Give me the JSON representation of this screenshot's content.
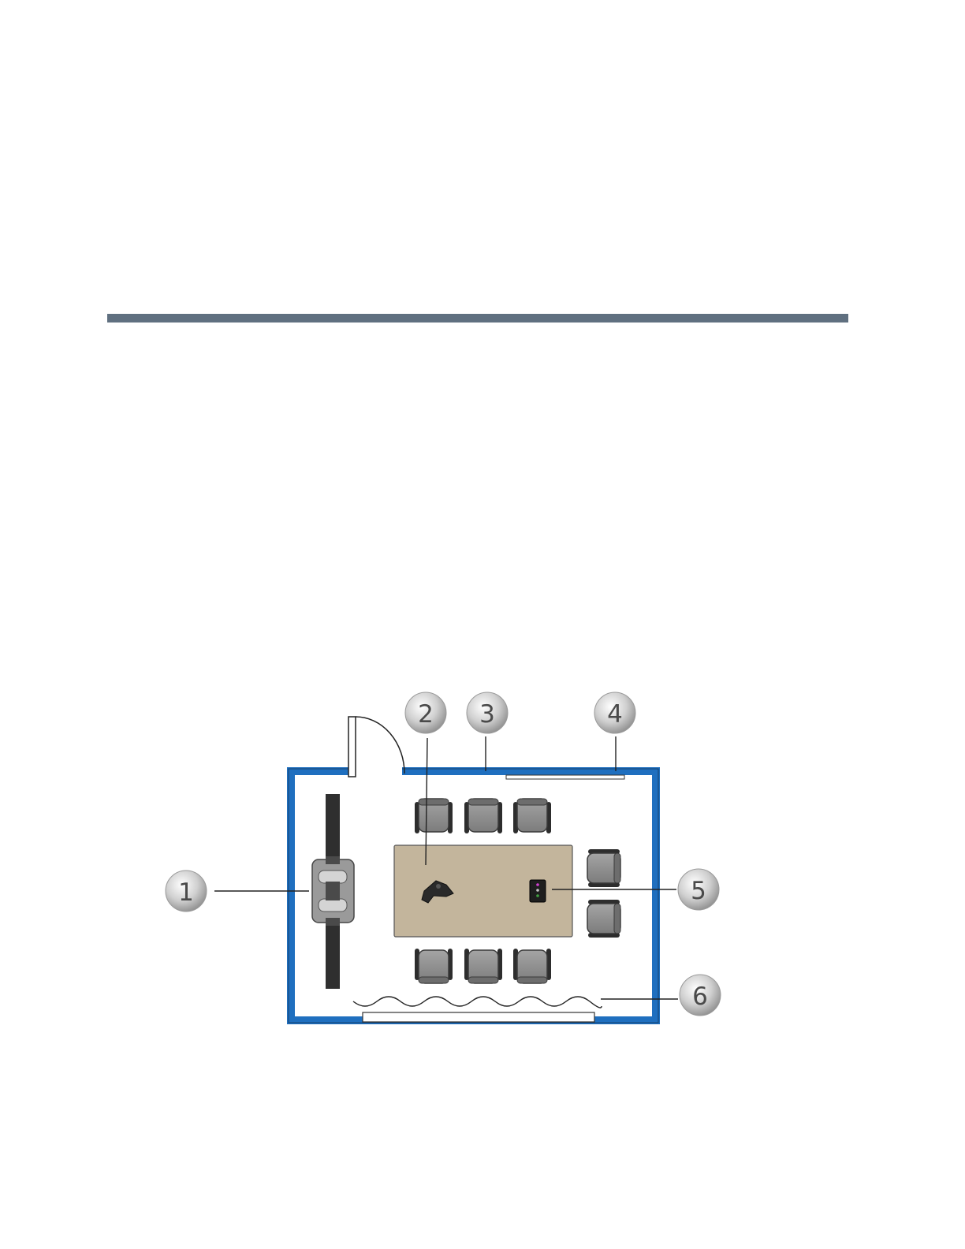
{
  "colors": {
    "header_rule": "#607080",
    "wall": "#1f6fbf",
    "table": "#c8b89c",
    "chair": "#8e8e8e",
    "chair_dark": "#2f2f2f",
    "callout": "#c4c4c4"
  },
  "callouts": [
    {
      "id": "1",
      "label": "1"
    },
    {
      "id": "2",
      "label": "2"
    },
    {
      "id": "3",
      "label": "3"
    },
    {
      "id": "4",
      "label": "4"
    },
    {
      "id": "5",
      "label": "5"
    },
    {
      "id": "6",
      "label": "6"
    }
  ]
}
